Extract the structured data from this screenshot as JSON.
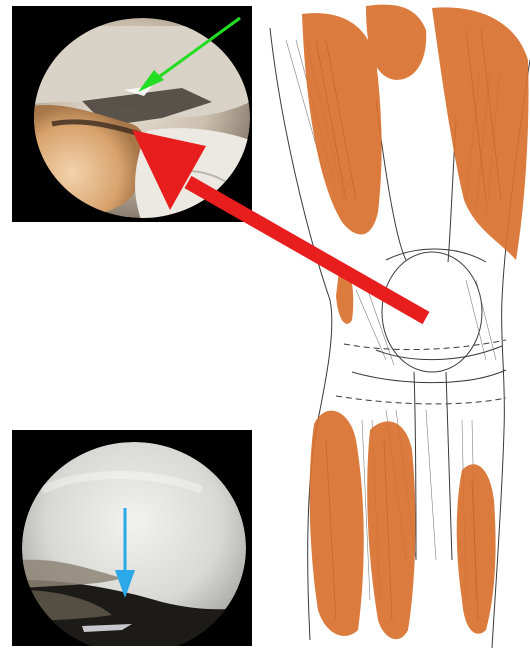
{
  "figure": {
    "colors": {
      "muscle": "#d9702e",
      "muscle_dark": "#b85a1f",
      "line": "#3a3a3a",
      "green_arrow": "#22dd22",
      "red_arrow": "#e81d1d",
      "blue_arrow": "#2aa8e8",
      "panel_bg": "#000000"
    },
    "panels": [
      {
        "name": "arthroscopic-view-top",
        "arrow": "green",
        "description_icon": "arthroscopy-image"
      },
      {
        "name": "arthroscopic-view-bottom",
        "arrow": "blue",
        "description_icon": "arthroscopy-image"
      }
    ],
    "illustration": {
      "name": "knee-anatomy-illustration",
      "arrow": "red"
    }
  }
}
